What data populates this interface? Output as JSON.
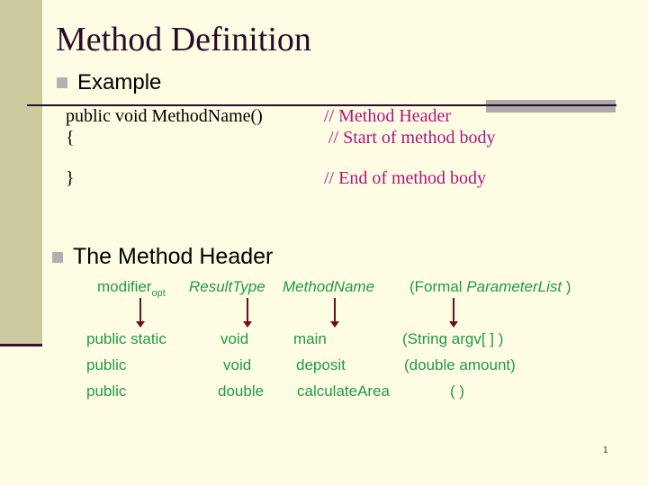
{
  "slide": {
    "title": "Method Definition",
    "page_number": "1",
    "colors": {
      "background": "#fefde3",
      "sidebar": "#cbcb9e",
      "title": "#2a0a2a",
      "comment": "#b0147f",
      "green_text": "#1f9a4a",
      "arrow": "#6a0f1f",
      "bullet": "#b0b0b0"
    }
  },
  "example": {
    "bullet_label": "Example",
    "code_lines": [
      {
        "code": "public void MethodName()",
        "comment": "// Method Header"
      },
      {
        "code": "{",
        "comment": "// Start of method body"
      },
      {
        "code": "}",
        "comment": "// End of method body"
      }
    ]
  },
  "method_header": {
    "bullet_label": "The Method Header",
    "syntax": {
      "modifier": "modifier",
      "modifier_sub": "opt",
      "result_type": "ResultType",
      "method_name": "MethodName",
      "params_open": "(Formal ",
      "params_italic": "ParameterList",
      "params_close": " )"
    },
    "examples": [
      {
        "modifier": "public static",
        "type": "void",
        "name": "main",
        "params": "(String argv[ ] )"
      },
      {
        "modifier": "public",
        "type": "void",
        "name": "deposit",
        "params": "(double amount)"
      },
      {
        "modifier": "public",
        "type": "double",
        "name": "calculateArea",
        "params": "( )"
      }
    ]
  }
}
